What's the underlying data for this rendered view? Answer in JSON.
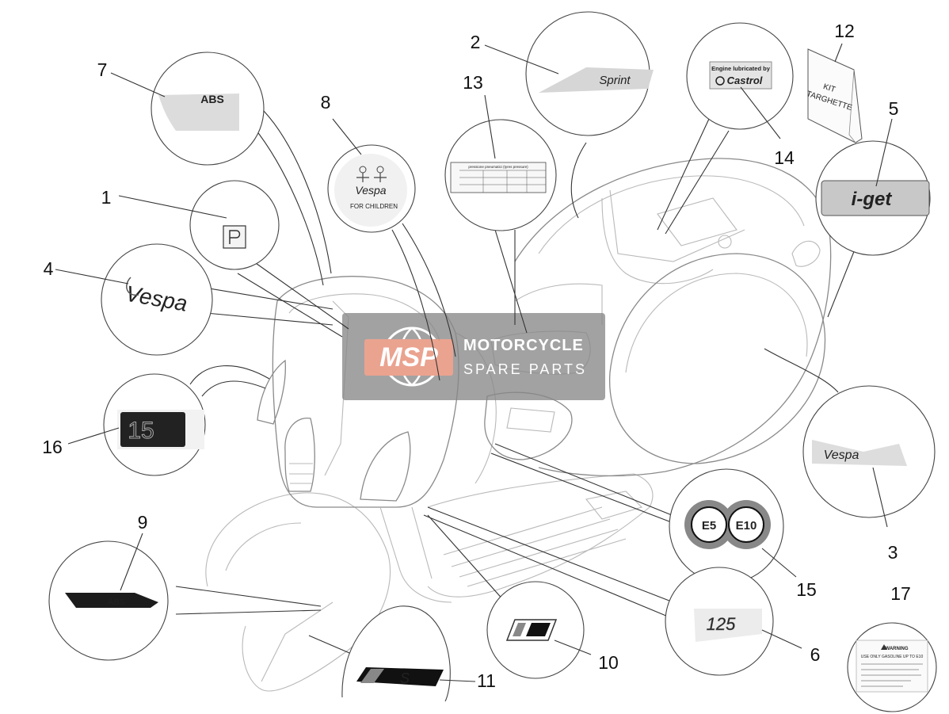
{
  "callouts": [
    {
      "number": "1"
    },
    {
      "number": "2"
    },
    {
      "number": "3"
    },
    {
      "number": "4"
    },
    {
      "number": "5"
    },
    {
      "number": "6"
    },
    {
      "number": "7"
    },
    {
      "number": "8"
    },
    {
      "number": "9"
    },
    {
      "number": "10"
    },
    {
      "number": "11"
    },
    {
      "number": "12"
    },
    {
      "number": "13"
    },
    {
      "number": "14"
    },
    {
      "number": "15"
    },
    {
      "number": "16"
    },
    {
      "number": "17"
    }
  ],
  "decals": {
    "abs_top": "ABS",
    "sprint": "Sprint",
    "vespa_side": "Vespa",
    "vespa_script": "Vespa",
    "iget": "i-get",
    "badge_125": "125",
    "abs_bottom": "ABS",
    "kit_line1": "KIT",
    "kit_line2": "TARGHETTE",
    "castrol_line1": "Engine lubricated by",
    "castrol_brand": "Castrol",
    "e5": "E5",
    "e10": "E10",
    "children_brand": "Vespa",
    "children_caption": "FOR CHILDREN",
    "tyre_title": "pressione pneumatici (tyres pressure)",
    "warning_title": "WARNING",
    "warning_line1": "USE ONLY GASOLINE UP TO E10",
    "fifteen": "15"
  },
  "watermark": {
    "logo": "MSP",
    "line1": "MOTORCYCLE",
    "line2": "SPARE PARTS"
  }
}
